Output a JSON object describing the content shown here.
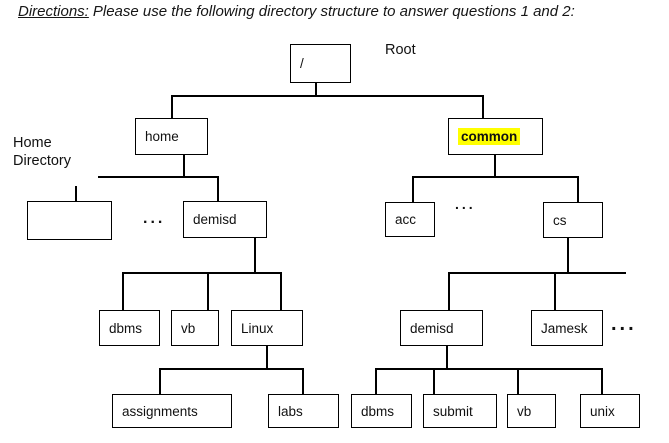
{
  "title": {
    "directions_label": "Directions:",
    "text": "Please use the following directory structure to answer questions 1 and 2:"
  },
  "annotations": {
    "root": "Root",
    "home_directory": "Home Directory"
  },
  "colors": {
    "highlight": "#ffff00",
    "line": "#000000"
  },
  "tree": {
    "label": "/",
    "children": [
      {
        "label": "home",
        "children": [
          {
            "label": ""
          },
          {
            "label": "..."
          },
          {
            "label": "demisd",
            "children": [
              {
                "label": "dbms"
              },
              {
                "label": "vb"
              },
              {
                "label": "Linux",
                "children": [
                  {
                    "label": "assignments"
                  },
                  {
                    "label": "labs"
                  }
                ]
              }
            ]
          }
        ]
      },
      {
        "label": "common",
        "highlighted": true,
        "children": [
          {
            "label": "acc"
          },
          {
            "label": "..."
          },
          {
            "label": "cs",
            "children": [
              {
                "label": "demisd",
                "children": [
                  {
                    "label": "dbms"
                  },
                  {
                    "label": "submit"
                  },
                  {
                    "label": "vb"
                  },
                  {
                    "label": "unix"
                  }
                ]
              },
              {
                "label": "Jamesk"
              },
              {
                "label": "..."
              }
            ]
          }
        ]
      }
    ]
  }
}
